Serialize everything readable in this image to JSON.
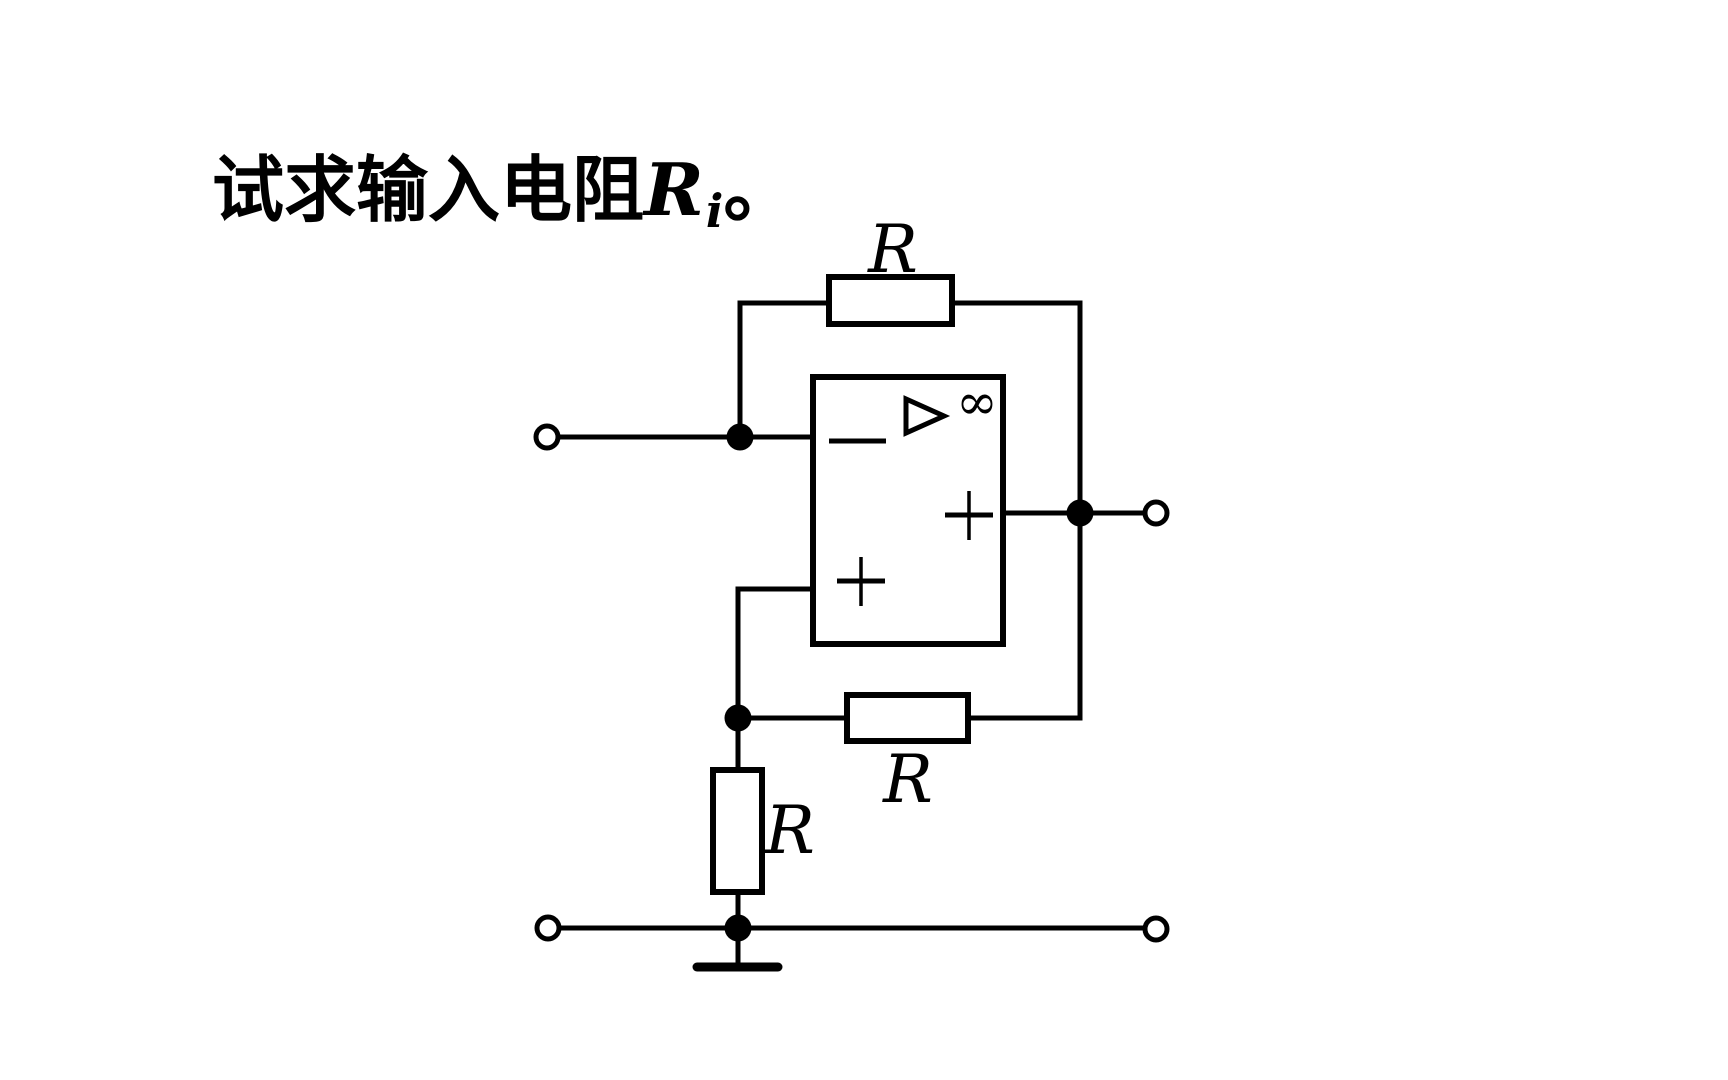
{
  "colors": {
    "ink": "#000000",
    "background": "#ffffff"
  },
  "title": {
    "text_cn": "试求输入电阻",
    "variable": "R",
    "subscript": "i",
    "period": "。"
  },
  "opamp": {
    "gain_symbol": "∞",
    "triangle_icon": "right-pointing-open-triangle",
    "inverting_symbol": "−",
    "noninverting_symbol": "+",
    "output_polarity_symbol": "+"
  },
  "resistors": {
    "top_feedback_label": "R",
    "bottom_feedback_label": "R",
    "shunt_label": "R"
  }
}
